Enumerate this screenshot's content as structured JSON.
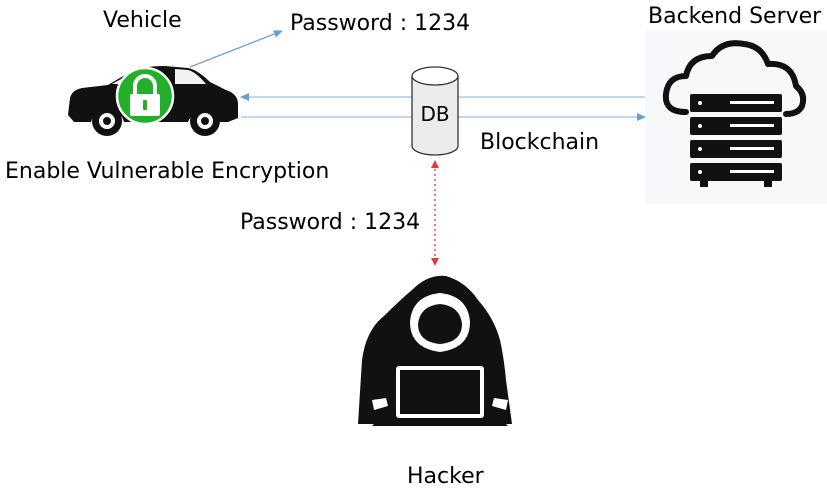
{
  "labels": {
    "vehicle": "Vehicle",
    "password_top": "Password : 1234",
    "backend_server": "Backend Server",
    "enable_vulnerable": "Enable Vulnerable Encryption",
    "db": "DB",
    "blockchain": "Blockchain",
    "password_mid": "Password : 1234",
    "hacker": "Hacker"
  },
  "icons": {
    "vehicle": "car-icon",
    "lock": "lock-icon",
    "server": "cloud-server-icon",
    "database": "database-cylinder-icon",
    "hacker": "hooded-hacker-laptop-icon"
  },
  "colors": {
    "arrow_blue": "#6b9fd4",
    "arrow_red": "#e03a3a",
    "lock_green": "#22b02a",
    "icon_black": "#111111"
  }
}
